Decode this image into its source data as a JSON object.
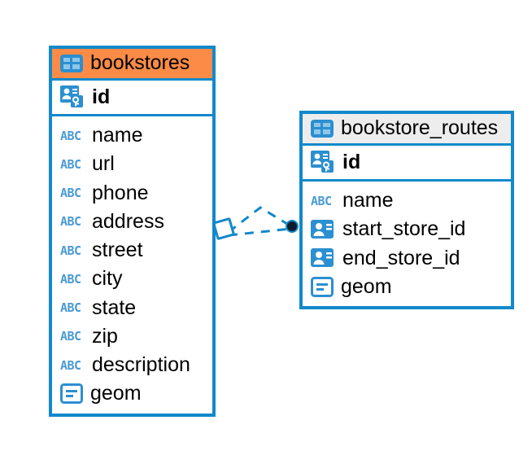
{
  "diagram": {
    "type": "entity-relationship-diagram",
    "background": "#ffffff",
    "accent_color": "#1289ca",
    "header_highlight_color": "#fb8b46",
    "header_neutral_color": "#ededed",
    "icon_blue": "#2b8fd1"
  },
  "entities": [
    {
      "name": "bookstores",
      "header_style": "accent",
      "table_icon": "table-icon",
      "primary_key": {
        "label": "id",
        "icon": "primary-key-icon"
      },
      "fields": [
        {
          "label": "name",
          "icon": "abc-text-icon",
          "type": "text"
        },
        {
          "label": "url",
          "icon": "abc-text-icon",
          "type": "text"
        },
        {
          "label": "phone",
          "icon": "abc-text-icon",
          "type": "text"
        },
        {
          "label": "address",
          "icon": "abc-text-icon",
          "type": "text"
        },
        {
          "label": "street",
          "icon": "abc-text-icon",
          "type": "text"
        },
        {
          "label": "city",
          "icon": "abc-text-icon",
          "type": "text"
        },
        {
          "label": "state",
          "icon": "abc-text-icon",
          "type": "text"
        },
        {
          "label": "zip",
          "icon": "abc-text-icon",
          "type": "text"
        },
        {
          "label": "description",
          "icon": "abc-text-icon",
          "type": "text"
        },
        {
          "label": "geom",
          "icon": "geometry-icon",
          "type": "geometry"
        }
      ]
    },
    {
      "name": "bookstore_routes",
      "header_style": "neutral",
      "table_icon": "table-icon",
      "primary_key": {
        "label": "id",
        "icon": "primary-key-icon"
      },
      "fields": [
        {
          "label": "name",
          "icon": "abc-text-icon",
          "type": "text"
        },
        {
          "label": "start_store_id",
          "icon": "foreign-key-icon",
          "type": "reference"
        },
        {
          "label": "end_store_id",
          "icon": "foreign-key-icon",
          "type": "reference"
        },
        {
          "label": "geom",
          "icon": "geometry-icon",
          "type": "geometry"
        }
      ]
    }
  ],
  "relationship": {
    "line_style": "dashed",
    "line_color": "#1289ca",
    "source_marker": "diamond-outline-marker",
    "target_marker": "filled-circle-marker",
    "cardinality": "one-to-many"
  }
}
